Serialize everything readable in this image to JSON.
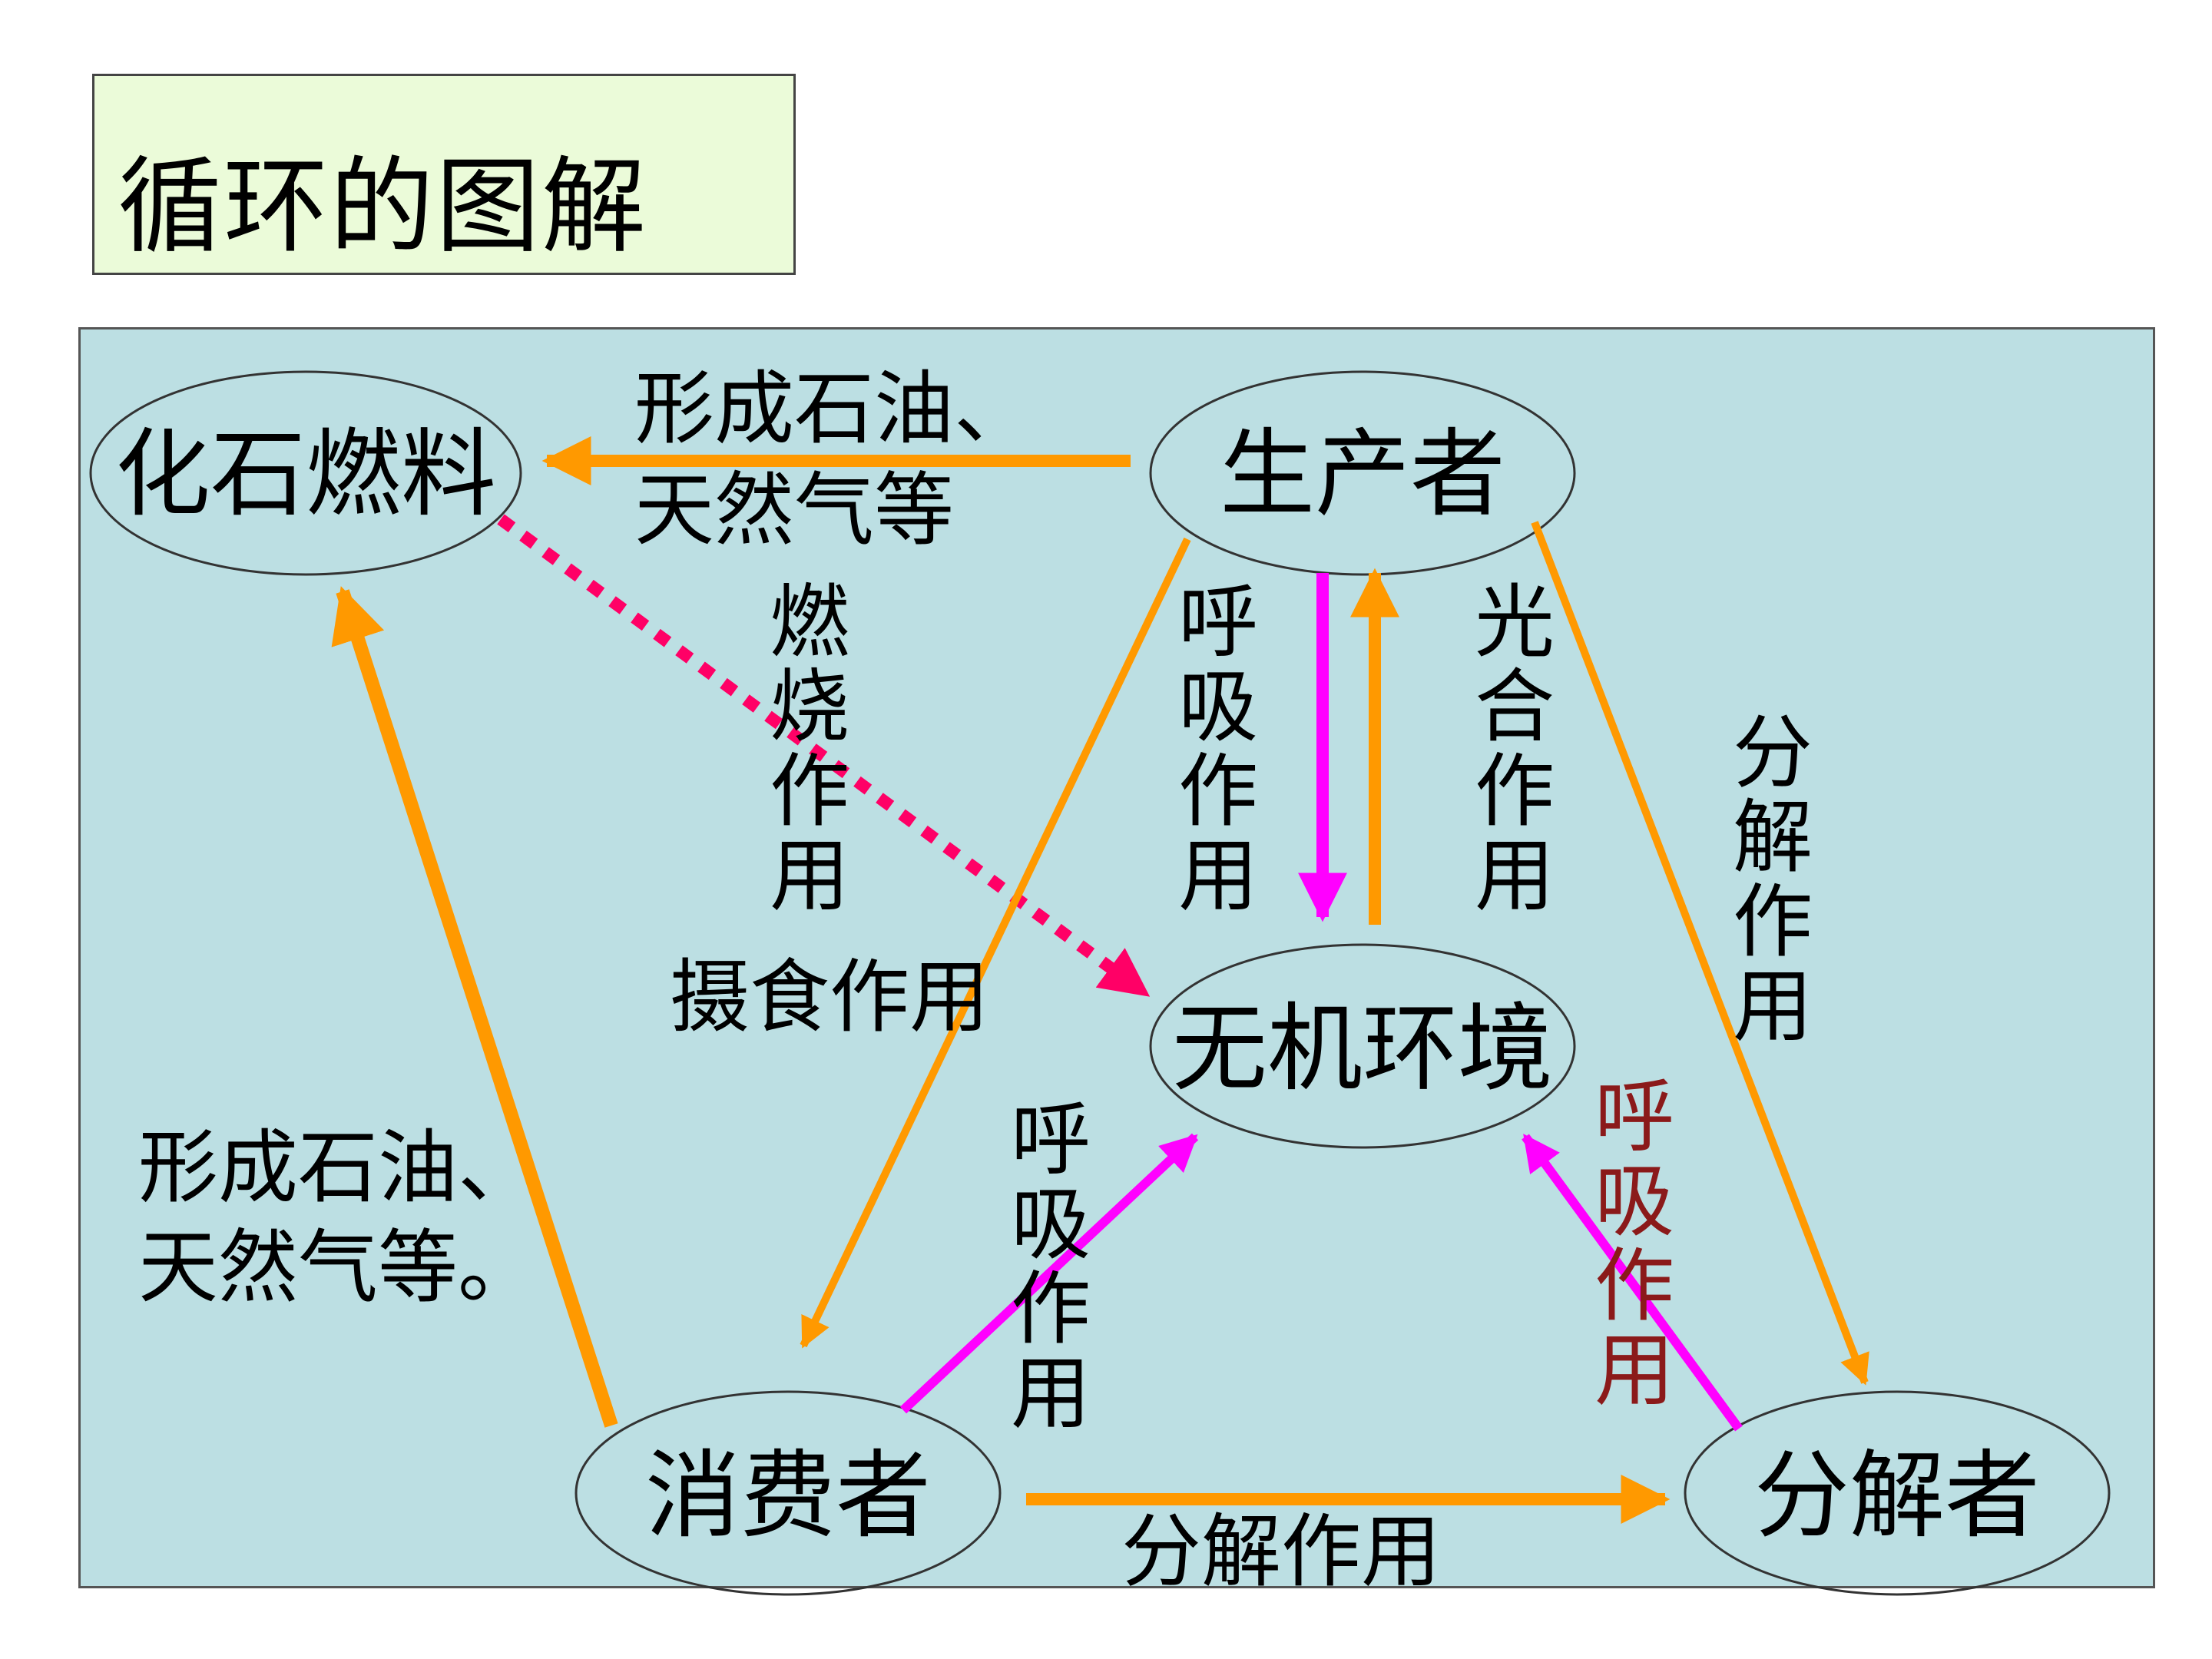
{
  "title": "循环的图解",
  "nodes": {
    "fossil_fuel": "化石燃料",
    "producer": "生产者",
    "inorganic_env": "无机环境",
    "consumer": "消费者",
    "decomposer": "分解者"
  },
  "edge_labels": {
    "producer_to_fossil": [
      "形成石油、",
      "天然气等"
    ],
    "combustion": [
      "燃",
      "烧",
      "作",
      "用"
    ],
    "producer_respiration": [
      "呼",
      "吸",
      "作",
      "用"
    ],
    "photosynthesis": [
      "光",
      "合",
      "作",
      "用"
    ],
    "producer_decomposition": [
      "分",
      "解",
      "作",
      "用"
    ],
    "feeding": "摄食作用",
    "consumer_to_fossil": [
      "形成石油、",
      "天然气等。"
    ],
    "consumer_respiration": [
      "呼",
      "吸",
      "作",
      "用"
    ],
    "decomposer_respiration": [
      "呼",
      "吸",
      "作",
      "用"
    ],
    "consumer_decomposition": "分解作用"
  },
  "colors": {
    "orange_arrow": "#ff9900",
    "magenta_arrow": "#ff00ff",
    "dotted_arrow": "#ff0066",
    "dark_red_text": "#8b1a1a",
    "panel_bg": "#bcdfe3",
    "title_bg": "#ebfbd9"
  }
}
